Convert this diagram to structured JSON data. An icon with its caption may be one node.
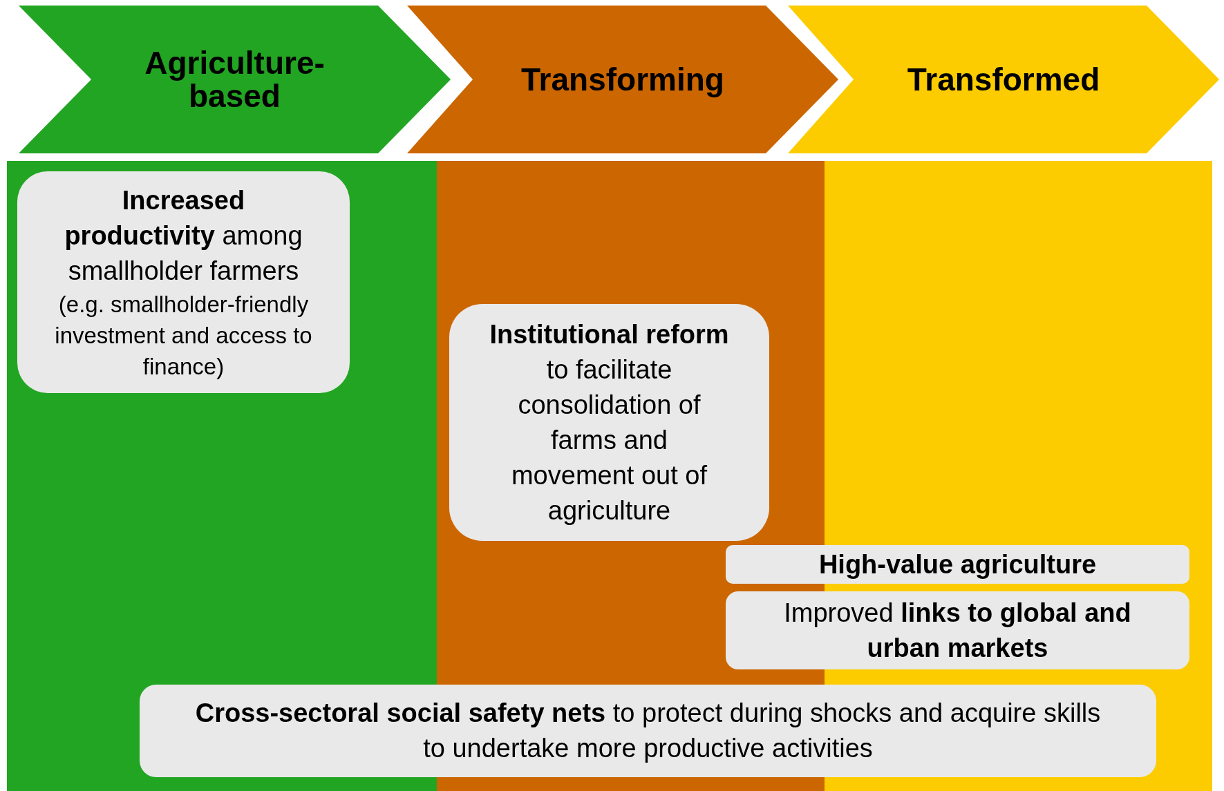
{
  "diagram": {
    "nodes": [
      {
        "text": [
          "Agriculture-based"
        ]
      },
      {
        "text": [
          "Transforming"
        ]
      },
      {
        "text": [
          "Transformed"
        ]
      },
      {
        "text": [
          "**Increased productivity** among smallholder farmers",
          "(e.g. smallholder-friendly investment and access to finance)"
        ]
      },
      {
        "text": [
          "**Institutional reform** to facilitate consolidation of farms and movement out of agriculture"
        ]
      },
      {
        "text": [
          "High-value agriculture"
        ]
      },
      {
        "text": [
          "Improved **links to global and urban markets**"
        ]
      },
      {
        "text": [
          "**Cross-sectoral social safety nets** to protect during shocks and acquire skills to undertake more productive activities"
        ]
      }
    ]
  }
}
